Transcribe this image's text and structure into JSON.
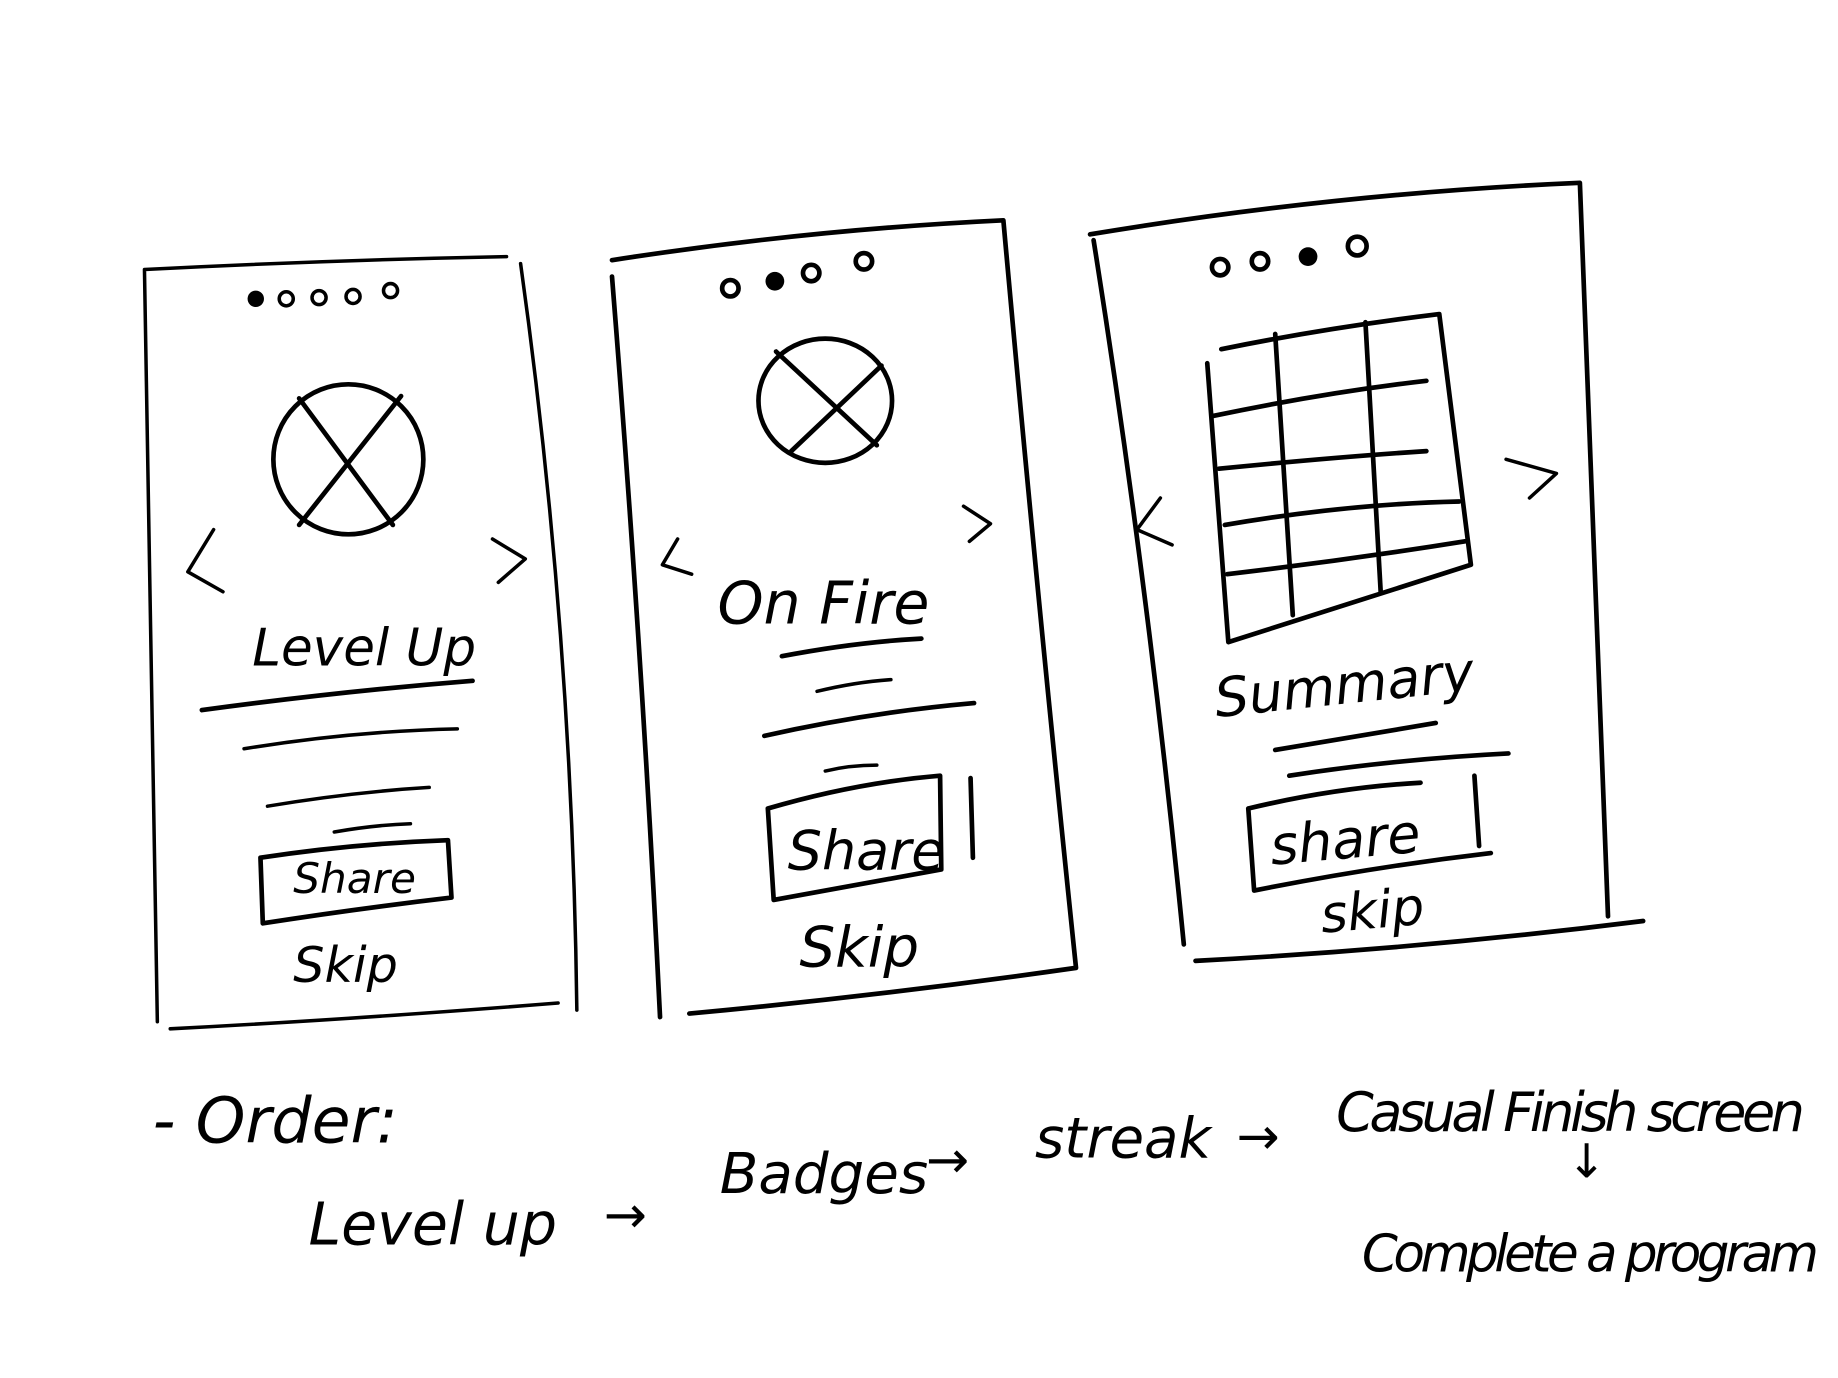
{
  "screens": [
    {
      "title": "Level Up",
      "share_label": "Share",
      "skip_label": "Skip",
      "page_dots": {
        "count": 5,
        "active": 1
      },
      "image": "placeholder-x-circle"
    },
    {
      "title": "On Fire",
      "share_label": "Share",
      "skip_label": "Skip",
      "page_dots": {
        "count": 4,
        "active": 2
      },
      "image": "placeholder-x-circle"
    },
    {
      "title": "Summary",
      "share_label": "share",
      "skip_label": "skip",
      "page_dots": {
        "count": 4,
        "active": 3
      },
      "image": "grid-table"
    }
  ],
  "notes": {
    "heading": "- Order:",
    "flow": [
      "Level up",
      "Badges",
      "streak",
      "Casual Finish screen",
      "Complete a program"
    ],
    "arrow_right": "→",
    "arrow_down": "↓"
  },
  "colors": {
    "ink": "#000000",
    "paper": "#ffffff"
  }
}
